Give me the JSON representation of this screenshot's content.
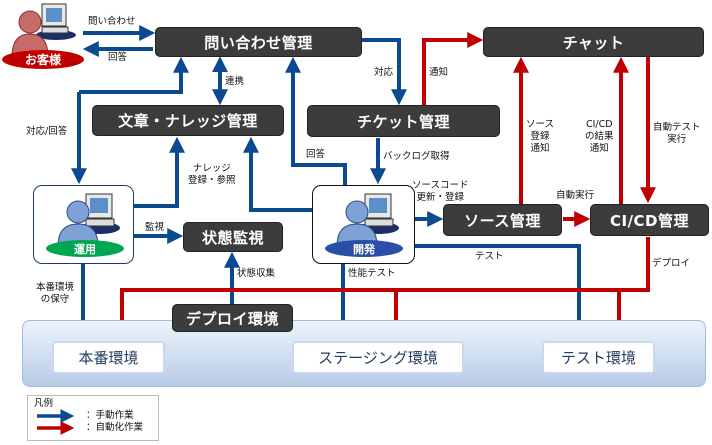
{
  "customer": {
    "label": "お客様"
  },
  "boxes": {
    "inquiry": "問い合わせ管理",
    "chat": "チャット",
    "knowledge": "文章・ナレッジ管理",
    "ticket": "チケット管理",
    "monitor": "状態監視",
    "deploy_env": "デプロイ環境",
    "source": "ソース管理",
    "cicd": "CI/CD管理"
  },
  "actors": {
    "ops": "運用",
    "dev": "開発"
  },
  "environments": {
    "prod": "本番環境",
    "staging": "ステージング環境",
    "test": "テスト環境"
  },
  "labels": {
    "inquire": "問い合わせ",
    "answer": "回答",
    "link": "連携",
    "respond_answer": "対応/回答",
    "dev_answer": "回答",
    "respond": "対応",
    "notify": "通知",
    "knowledge_reg_1": "ナレッジ",
    "knowledge_reg_2": "登録・参照",
    "backlog": "バックログ取得",
    "source_notify_1": "ソース",
    "source_notify_2": "登録",
    "source_notify_3": "通知",
    "cicd_notify_1": "CI/CD",
    "cicd_notify_2": "の結果",
    "cicd_notify_3": "通知",
    "autotest_1": "自動テスト",
    "autotest_2": "実行",
    "source_update_1": "ソースコード",
    "source_update_2": "更新・登録",
    "auto_run": "自動実行",
    "watch": "監視",
    "test": "テスト",
    "deploy": "デプロイ",
    "maintain_1": "本番環境",
    "maintain_2": "の保守",
    "collect": "状態収集",
    "perf_test": "性能テスト"
  },
  "legend": {
    "title": "凡例",
    "manual": "：手動作業",
    "auto": "：自動化作業"
  },
  "colors": {
    "manual": "#0b4a8e",
    "auto": "#c00000",
    "box": "#3c3c3c",
    "ops": "#00a650",
    "dev": "#2a4fa8",
    "customer": "#c00000"
  }
}
